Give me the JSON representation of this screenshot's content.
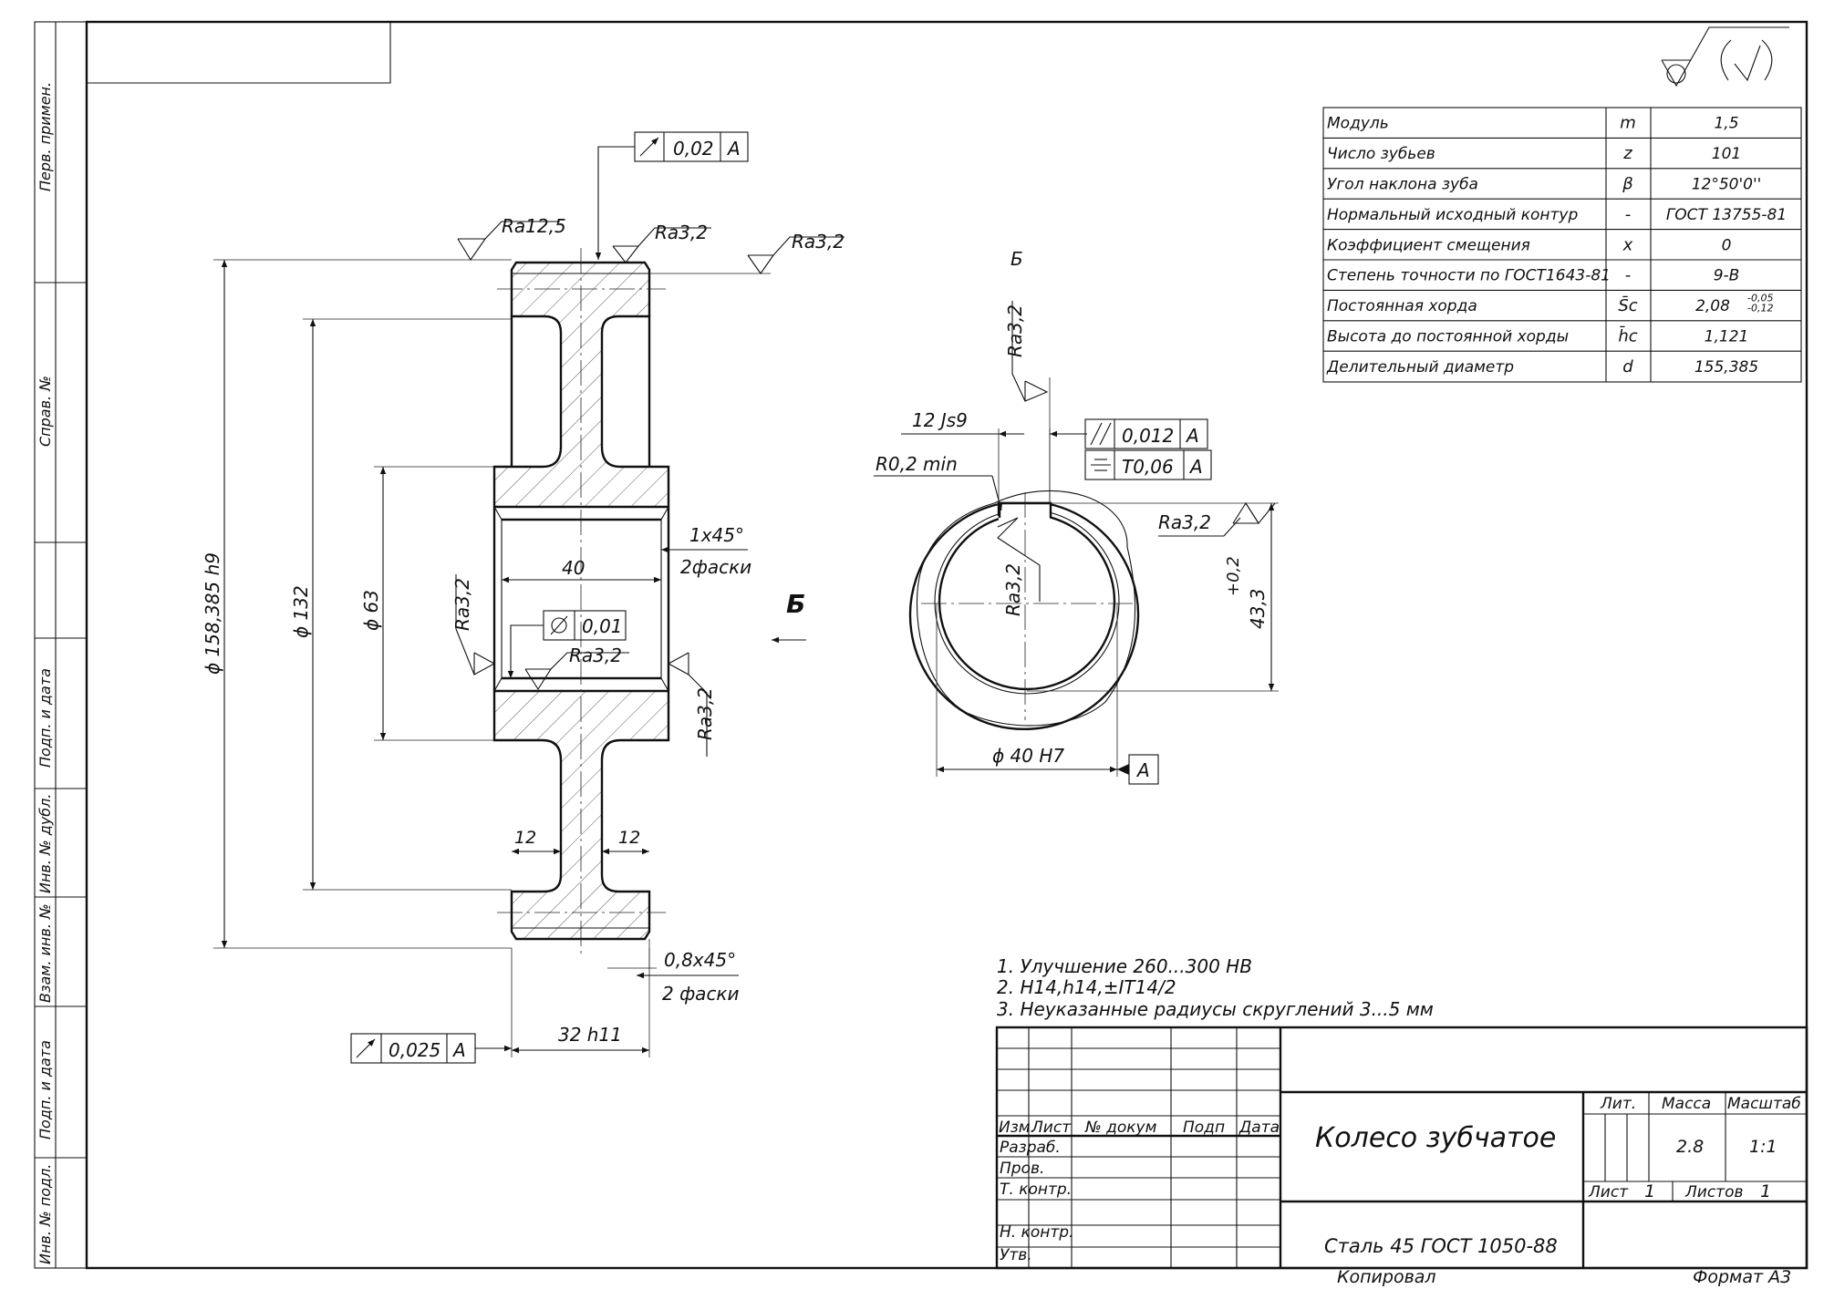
{
  "side_stamps": {
    "perv_primen": "Перв. примен.",
    "sprav_no": "Справ. №",
    "podp_data_1": "Подп. и дата",
    "inv_no_dubl": "Инв. № дубл.",
    "vzam_inv_no": "Взам. инв. №",
    "podp_data_2": "Подп. и дата",
    "inv_no_podl": "Инв. № подл."
  },
  "params": [
    {
      "name": "Модуль",
      "symbol": "m",
      "value": "1,5",
      "tol": ""
    },
    {
      "name": "Число зубьев",
      "symbol": "z",
      "value": "101",
      "tol": ""
    },
    {
      "name": "Угол наклона зуба",
      "symbol": "β",
      "value": "12°50'0''",
      "tol": ""
    },
    {
      "name": "Нормальный исходный контур",
      "symbol": "-",
      "value": "ГОСТ 13755-81",
      "tol": ""
    },
    {
      "name": "Коэффициент смещения",
      "symbol": "x",
      "value": "0",
      "tol": ""
    },
    {
      "name": "Степень точности по ГОСТ1643-81",
      "symbol": "-",
      "value": "9-В",
      "tol": ""
    },
    {
      "name": "Постоянная хорда",
      "symbol": "S̄c",
      "value": "2,08",
      "tol": "-0,05|-0,12"
    },
    {
      "name": "Высота до постоянной хорды",
      "symbol": "h̄c",
      "value": "1,121",
      "tol": ""
    },
    {
      "name": "Делительный диаметр",
      "symbol": "d",
      "value": "155,385",
      "tol": ""
    }
  ],
  "front_view": {
    "runout_top_value": "0,02",
    "runout_top_base": "A",
    "ra_top_left": "Ra12,5",
    "ra_top_mid": "Ra3,2",
    "ra_top_right": "Ra3,2",
    "dim_tip_diameter": "ϕ 158,385 h9",
    "dim_rim_inner": "ϕ 132",
    "dim_hub_outer": "ϕ 63",
    "dim_bore_length": "40",
    "chamfer_hub_1": "1x45°",
    "chamfer_hub_2": "2фаски",
    "ra_hub_left": "Ra3,2",
    "ra_bore": "Ra3,2",
    "ra_hub_right": "Ra3,2",
    "cyl_value": "0,01",
    "dim_web_left": "12",
    "dim_web_right": "12",
    "chamfer_rim_1": "0,8x45°",
    "chamfer_rim_2": "2 фаски",
    "runout_face_value": "0,025",
    "runout_face_base": "A",
    "dim_width": "32 h11"
  },
  "section": {
    "label_b": "Б",
    "view_arrow_label": "Б",
    "ra_key_top": "Ra3,2",
    "dim_key_width": "12 Js9",
    "parallel_value": "0,012",
    "parallel_base": "A",
    "sym_value": "T0,06",
    "sym_base": "A",
    "radius_note": "R0,2 min",
    "ra_key_right": "Ra3,2",
    "tol_plus": "+0,2",
    "dim_key_depth": "43,3",
    "ra_bore": "Ra3,2",
    "dim_bore": "ϕ 40 H7",
    "datum_a": "A"
  },
  "notes": [
    "1. Улучшение 260...300 HB",
    "2. H14,h14,±IT14/2",
    "3. Неуказанные радиусы скруглений 3...5 мм"
  ],
  "title_block": {
    "izm": "Изм.",
    "list": "Лист",
    "no_dokum": "№ докум",
    "podp": "Подп",
    "data": "Дата",
    "razrab": "Разраб.",
    "prov": "Пров.",
    "t_kontr": "Т. контр.",
    "n_kontr": "Н. контр.",
    "utv": "Утв.",
    "part_name": "Колесо зубчатое",
    "material": "Сталь 45 ГОСТ 1050-88",
    "lit": "Лит.",
    "massa": "Масса",
    "masshtab": "Масштаб",
    "mass_value": "2.8",
    "scale_value": "1:1",
    "sheet_label": "Лист",
    "sheet_value": "1",
    "sheets_label": "Листов",
    "sheets_value": "1",
    "kopiroval": "Копировал",
    "format": "Формат А3"
  }
}
